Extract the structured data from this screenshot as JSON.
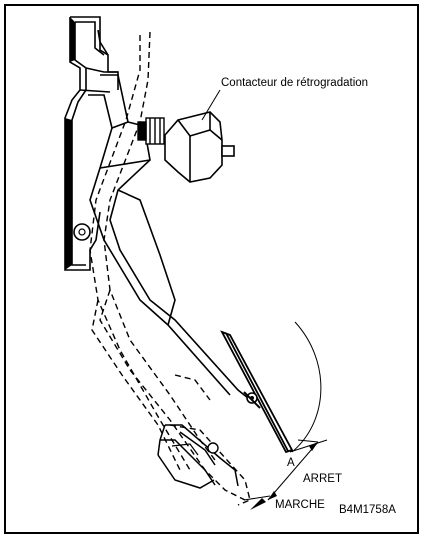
{
  "diagram": {
    "callout_switch": "Contacteur de rétrogradation",
    "label_a": "A",
    "label_arret": "ARRET",
    "label_marche": "MARCHE",
    "figure_code": "B4M1758A"
  }
}
